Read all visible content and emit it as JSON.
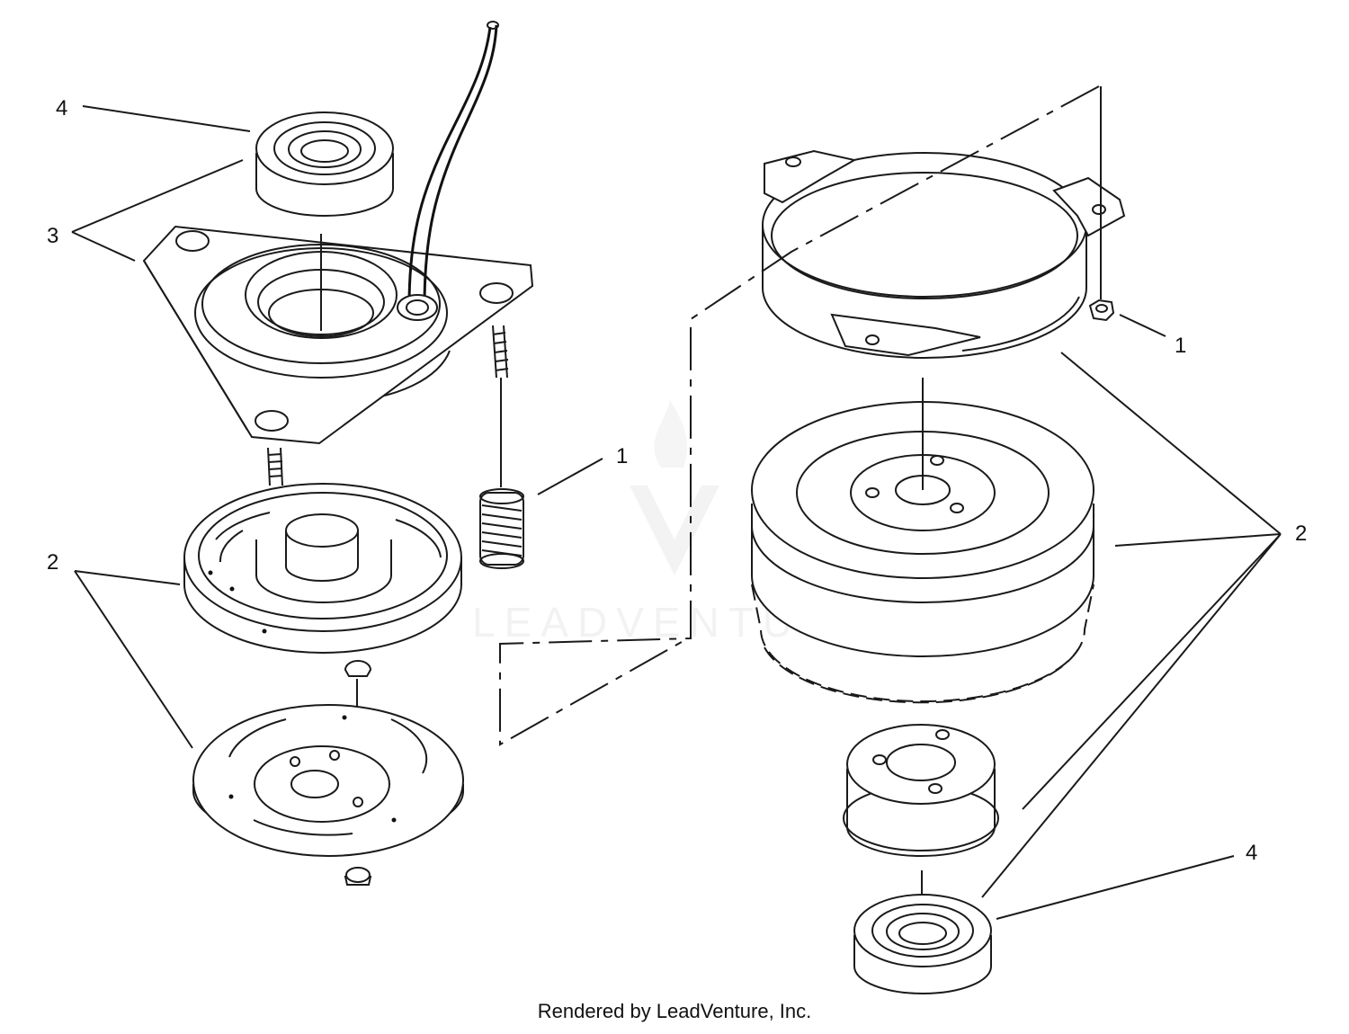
{
  "callouts": {
    "c4_top": "4",
    "c3": "3",
    "c2_left": "2",
    "c1_spring": "1",
    "c1_nut": "1",
    "c2_right": "2",
    "c4_bottom": "4"
  },
  "watermark": {
    "text": "LEADVENTURE"
  },
  "credit": "Rendered by LeadVenture, Inc."
}
